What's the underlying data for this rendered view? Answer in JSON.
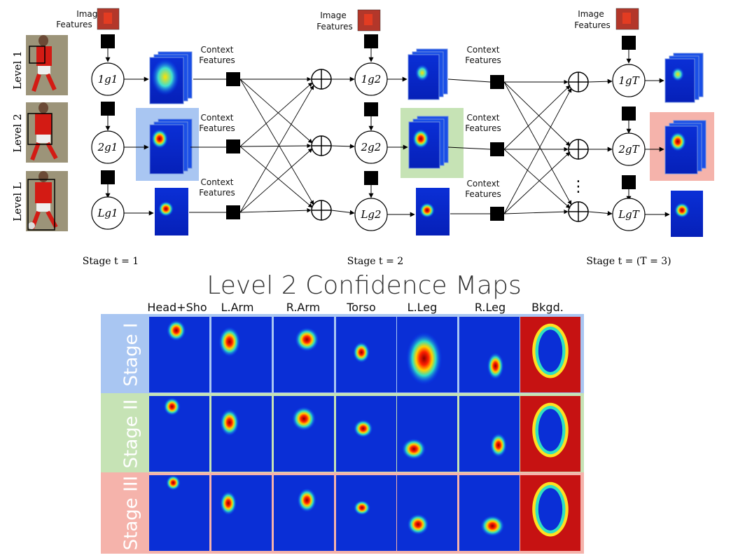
{
  "top": {
    "image_features_label": [
      "Image",
      "Features"
    ],
    "context_features_label": [
      "Context",
      "Features"
    ],
    "level_labels": [
      "Level 1",
      "Level 2",
      "Level L"
    ],
    "stages": [
      "Stage t = 1",
      "Stage t = 2",
      "Stage t = (T = 3)"
    ],
    "node_labels": [
      [
        "1g1",
        "2g1",
        "Lg1"
      ],
      [
        "1g2",
        "2g2",
        "Lg2"
      ],
      [
        "1gT",
        "2gT",
        "LgT"
      ]
    ],
    "ellipsis": "⋮",
    "highlight_colors": [
      "#a9c6f2",
      "#c6e3b5",
      "#f5b3ab"
    ]
  },
  "bottom": {
    "title": "Level 2 Confidence Maps",
    "columns": [
      "Head+Sho",
      "L.Arm",
      "R.Arm",
      "Torso",
      "L.Leg",
      "R.Leg",
      "Bkgd."
    ],
    "rows": [
      {
        "label": "Stage I",
        "color": "#a9c6f2"
      },
      {
        "label": "Stage II",
        "color": "#c6e3b5"
      },
      {
        "label": "Stage III",
        "color": "#f5b3ab"
      }
    ]
  }
}
